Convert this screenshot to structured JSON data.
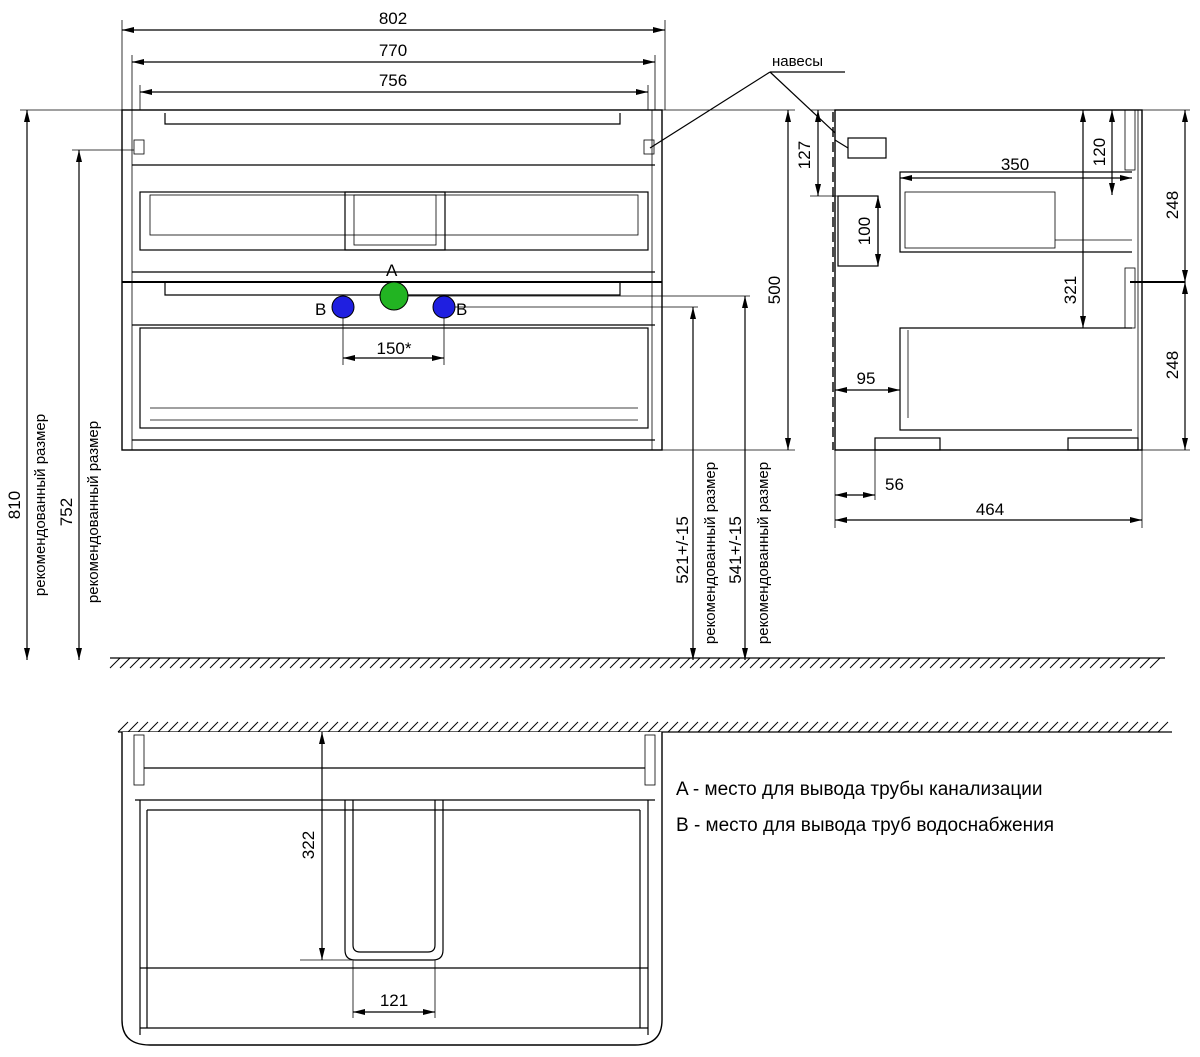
{
  "dimensions": {
    "overall_width": "802",
    "body_width": "770",
    "inner_width": "756",
    "overall_height": "810",
    "recommended_height": "752",
    "cabinet_height": "500",
    "outlet_a_height": "521+/-15",
    "outlet_b_height": "541+/-15",
    "outlet_b_spacing": "150*",
    "side_top_offset": "127",
    "side_hinge_drop": "120",
    "side_drawer_depth": "350",
    "side_panel_height": "100",
    "side_inner_gap": "321",
    "side_drawer_upper": "248",
    "side_drawer_lower": "248",
    "side_leg_offset": "95",
    "side_foot": "56",
    "side_total_depth": "464",
    "plan_cutout_depth": "322",
    "plan_cutout_width": "121"
  },
  "labels": {
    "hinges": "навесы",
    "recommended": "рекомендованный размер",
    "point_a": "A",
    "point_b": "B"
  },
  "legend": {
    "a": "A - место для вывода трубы канализации",
    "b": "B - место для вывода труб водоснабжения"
  },
  "colors": {
    "outlet_a": "#22b422",
    "outlet_b": "#1f1fe0"
  }
}
